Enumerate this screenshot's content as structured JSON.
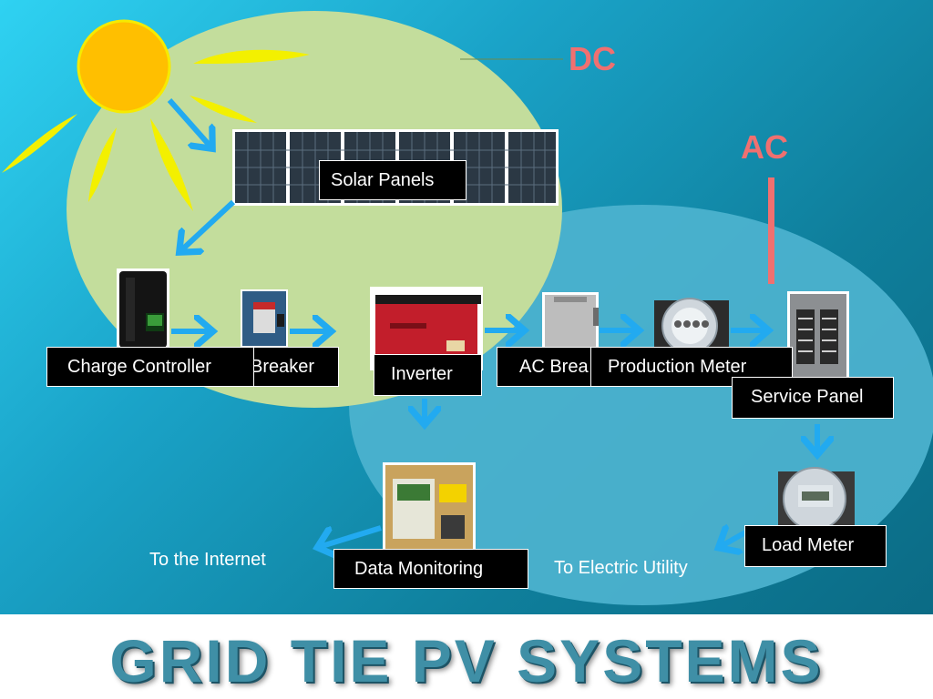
{
  "title": "GRID TIE PV SYSTEMS",
  "legend": {
    "dc": "DC",
    "ac": "AC"
  },
  "components": {
    "solar_panels": "Solar Panels",
    "charge_controller": "Charge Controller",
    "dc_breaker": "Breaker",
    "inverter": "Inverter",
    "ac_breaker": "AC Brea",
    "production_meter": "Production Meter",
    "service_panel": "Service Panel",
    "data_monitoring": "Data Monitoring",
    "load_meter": "Load Meter"
  },
  "destinations": {
    "internet": "To the Internet",
    "utility": "To Electric Utility"
  },
  "colors": {
    "dc_region": "#c3dd9c",
    "ac_region": "#4db3cf",
    "arrow": "#22aaf0",
    "ac_dc_text": "#f07070",
    "sun": "#ffbf00",
    "ray": "#f3f000"
  }
}
